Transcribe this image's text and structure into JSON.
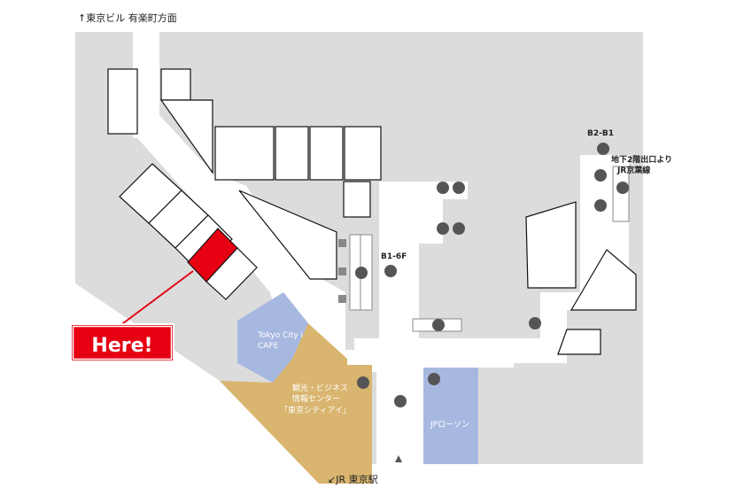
{
  "map": {
    "north_label": "↑東京ビル 有楽町方面",
    "south_label": "↙JR 東京駅",
    "here_label": "Here!",
    "floor_b1_6f": "B1-6F",
    "floor_b2_b1": "B2-B1",
    "underground_line1": "地下2階出口より",
    "underground_line2": "JR京葉線",
    "cafe_line1": "Tokyo City i",
    "cafe_line2": "CAFE",
    "info_line1": "観光・ビジネス",
    "info_line2": "情報センター",
    "info_line3": "「東京シティアイ」",
    "store_label": "JPローソン",
    "colors": {
      "floor": "#dcdcdc",
      "corridor": "#ffffff",
      "here": "#e60012",
      "info_center": "#d9b56f",
      "cafe": "#a7b8e0",
      "store": "#a7b8e0",
      "icon": "#666666"
    }
  }
}
